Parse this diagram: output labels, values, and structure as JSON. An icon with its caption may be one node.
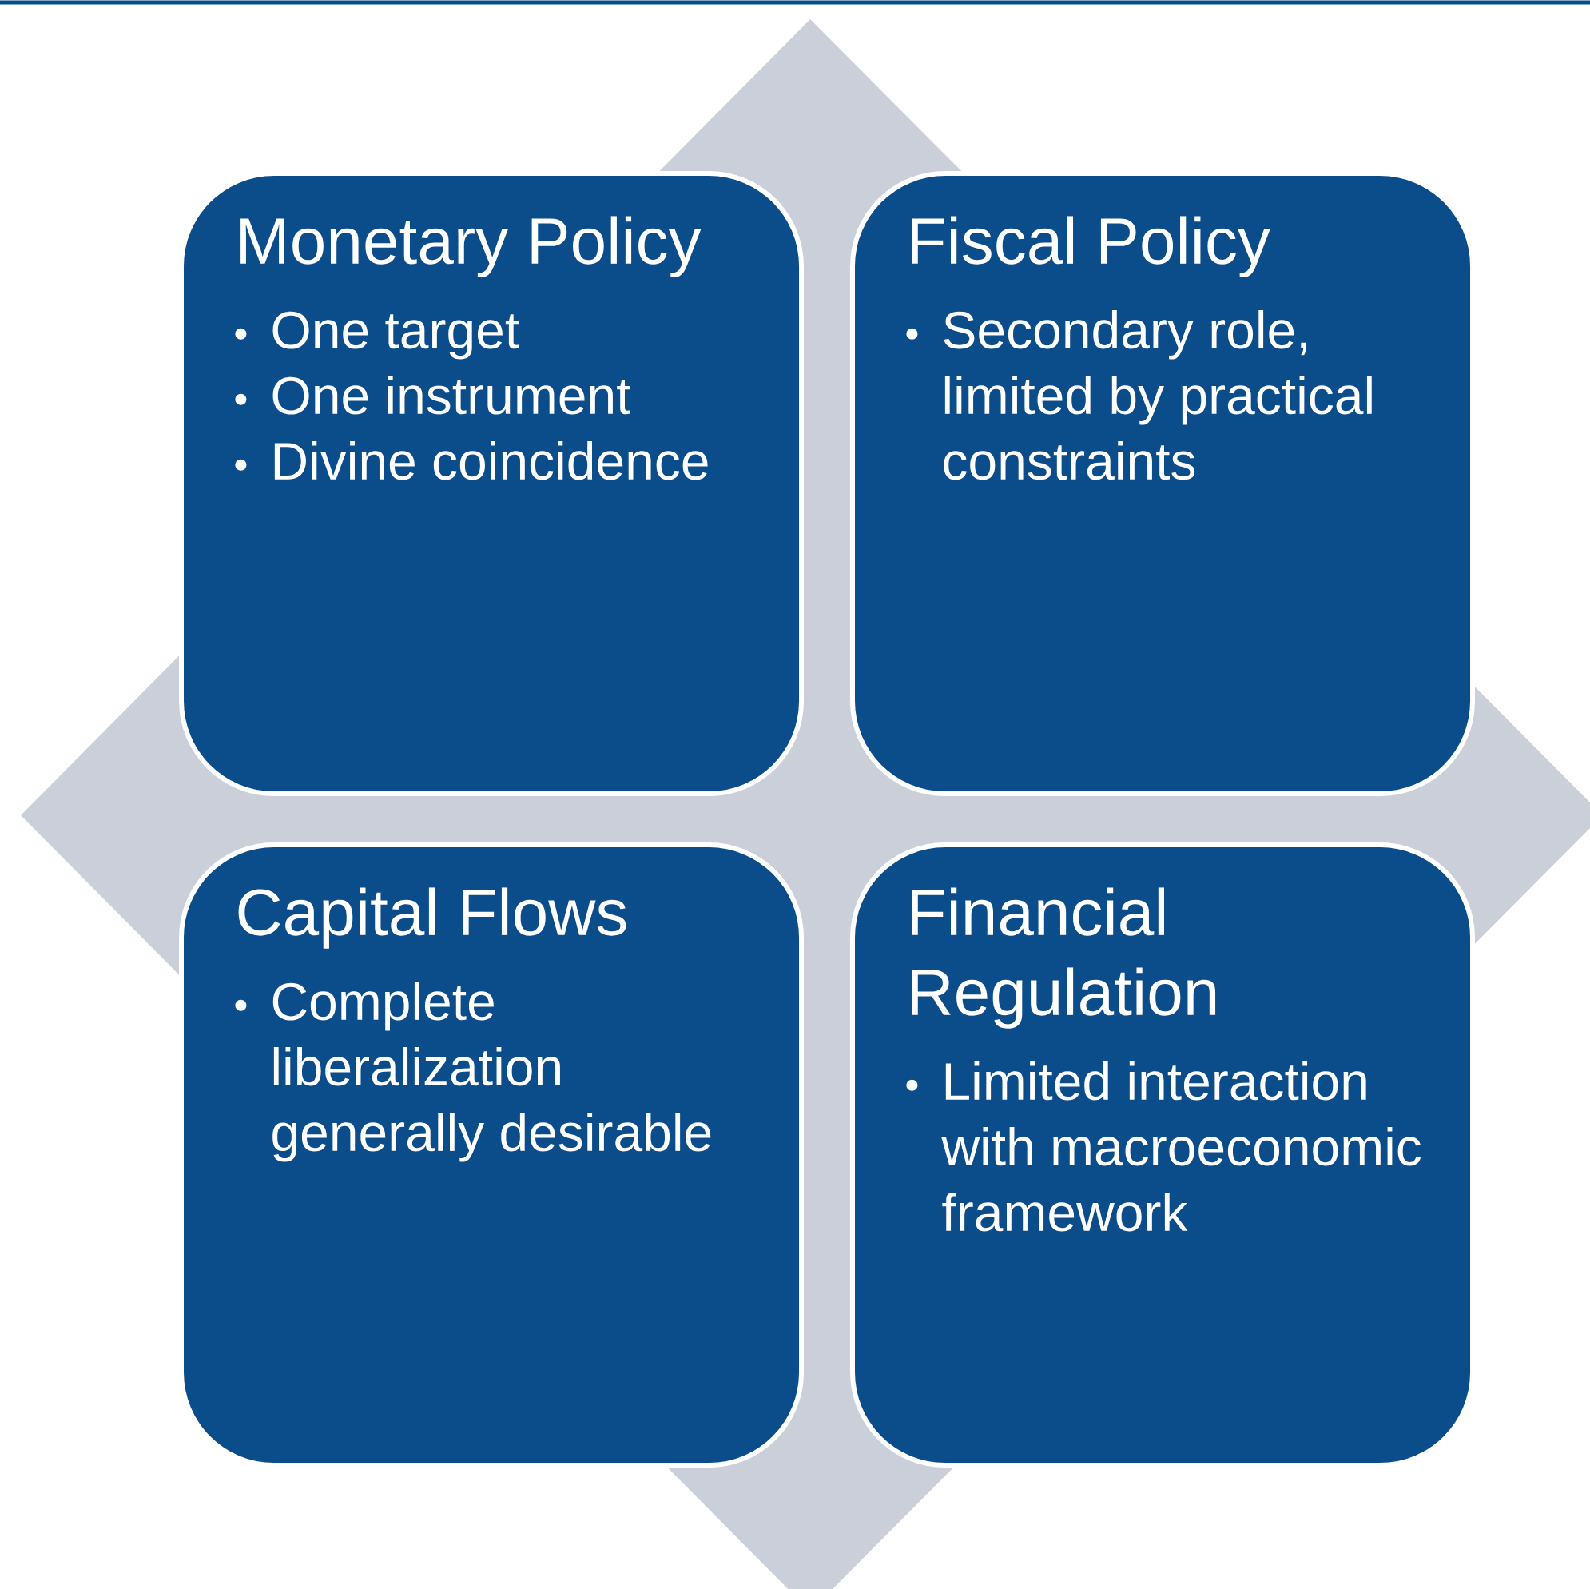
{
  "diagram": {
    "nodes": [
      {
        "text": [
          "Monetary Policy",
          "One target",
          "One instrument",
          "Divine coincidence"
        ]
      },
      {
        "text": [
          "Fiscal Policy",
          "Secondary role, limited by practical constraints"
        ]
      },
      {
        "text": [
          "Capital Flows",
          "Complete liberalization generally desirable"
        ]
      },
      {
        "text": [
          "Financial Regulation",
          "Limited interaction with macroeconomic framework"
        ]
      }
    ]
  }
}
